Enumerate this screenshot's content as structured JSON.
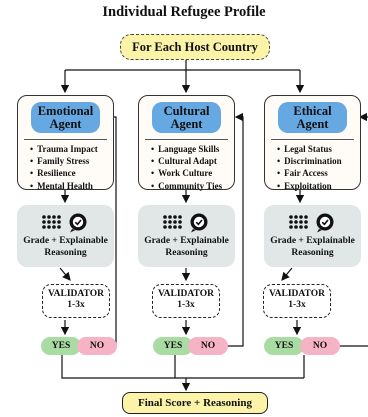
{
  "title": "Individual Refugee Profile",
  "host_box": "For Each Host Country",
  "agents": [
    {
      "name_line1": "Emotional",
      "name_line2": "Agent",
      "items": [
        "Trauma Impact",
        "Family Stress",
        "Resilience",
        "Mental Health"
      ]
    },
    {
      "name_line1": "Cultural",
      "name_line2": "Agent",
      "items": [
        "Language Skills",
        "Cultural Adapt",
        "Work Culture",
        "Community Ties"
      ]
    },
    {
      "name_line1": "Ethical",
      "name_line2": "Agent",
      "items": [
        "Legal Status",
        "Discrimination",
        "Fair Access",
        "Exploitation"
      ]
    }
  ],
  "grade": {
    "line1": "Grade + Explainable",
    "line2": "Reasoning",
    "icons": [
      "grid-dots-icon",
      "brain-check-icon"
    ]
  },
  "validator": {
    "line1": "VALIDATOR",
    "line2": "1-3x"
  },
  "yes_label": "YES",
  "no_label": "NO",
  "final": "Final Score + Reasoning",
  "colors": {
    "agent_pill": "#66a8e2",
    "yellow_box": "#fbf3a8",
    "grade_box": "#e1e6e6",
    "yes": "#a9dca3",
    "no": "#f6b3c5"
  }
}
